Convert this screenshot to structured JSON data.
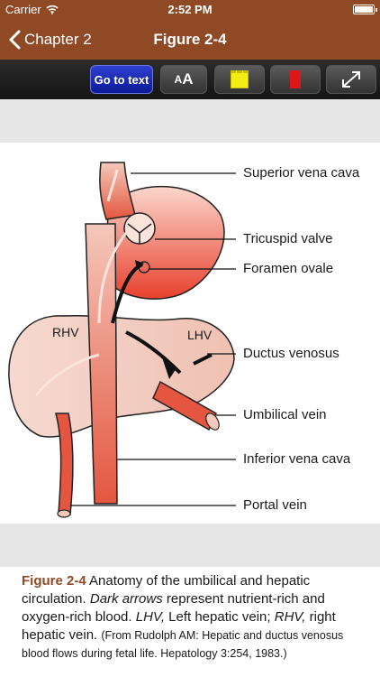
{
  "status_bar": {
    "carrier": "Carrier",
    "time": "2:52 PM"
  },
  "nav": {
    "back_label": "Chapter 2",
    "title": "Figure 2-4"
  },
  "toolbar": {
    "go_to_text": "Go to text",
    "font_small": "A",
    "font_large": "A"
  },
  "figure": {
    "labels": {
      "superior_vena_cava": "Superior vena cava",
      "tricuspid_valve": "Tricuspid valve",
      "foramen_ovale": "Foramen ovale",
      "ductus_venosus": "Ductus venosus",
      "umbilical_vein": "Umbilical vein",
      "inferior_vena_cava": "Inferior vena cava",
      "portal_vein": "Portal vein",
      "rhv": "RHV",
      "lhv": "LHV"
    }
  },
  "caption": {
    "figure_ref": "Figure 2-4",
    "text1": " Anatomy of the umbilical and hepatic circulation. ",
    "dark_arrows": "Dark arrows",
    "text2": " represent nutrient-rich and oxygen-rich blood. ",
    "lhv": "LHV,",
    "text3": " Left hepatic vein; ",
    "rhv": "RHV,",
    "text4": " right hepatic vein. ",
    "source": "(From Rudolph AM: Hepatic and ductus venosus blood flows during fetal life. Hepatology 3:254, 1983.)"
  },
  "colors": {
    "nav_brown": "#8f4a25",
    "heart_red": "#e33b2a",
    "liver_pink": "#f2cfc4",
    "highlight_yellow": "#f4ec12",
    "highlight_red": "#e0161b",
    "go_button_blue": "#1a2bb8"
  },
  "icons": [
    "wifi-icon",
    "battery-icon",
    "chevron-left-icon",
    "highlight-yellow-icon",
    "highlight-red-icon",
    "expand-icon"
  ]
}
